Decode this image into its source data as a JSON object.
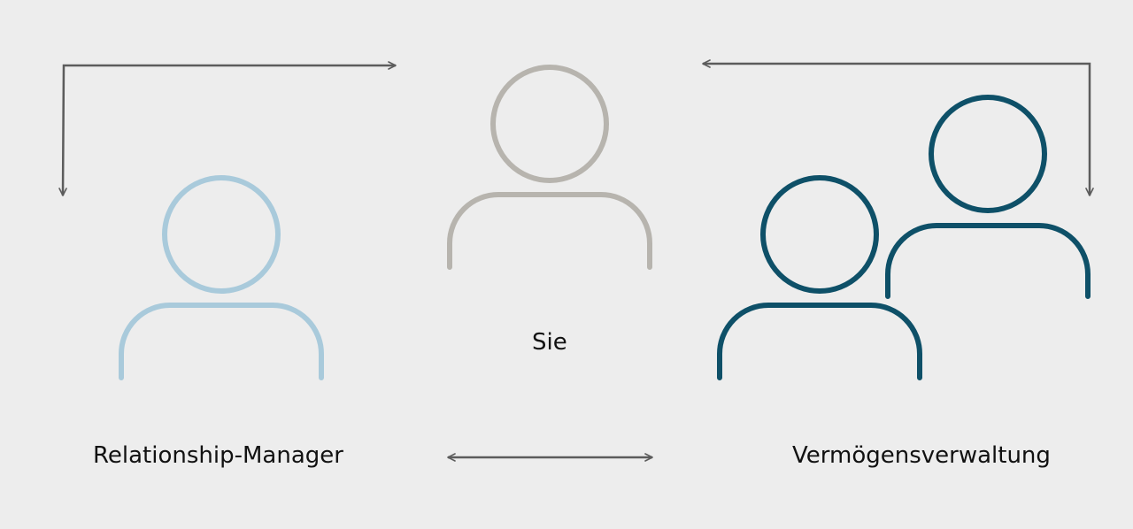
{
  "labels": {
    "relationship_manager": "Relationship-Manager",
    "you": "Sie",
    "asset_management": "Vermögensverwaltung"
  },
  "icons": {
    "relationship_manager": "person-icon",
    "you": "person-icon",
    "asset_management": "two-persons-icon"
  },
  "colors": {
    "background": "#ededed",
    "relationship_manager": "#a9cadb",
    "you": "#b7b4ae",
    "asset_management": "#0e5068",
    "arrows": "#5c5c5c",
    "text": "#111111"
  }
}
